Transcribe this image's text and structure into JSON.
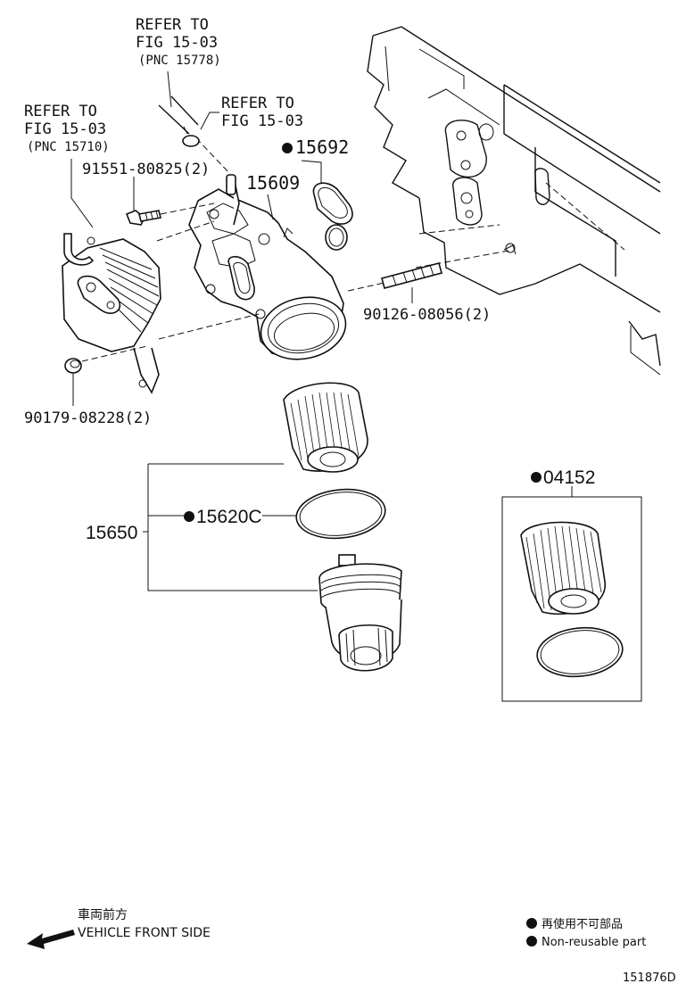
{
  "references": [
    {
      "line1": "REFER TO",
      "line2": "FIG 15-03",
      "line3": "(PNC 15778)"
    },
    {
      "line1": "REFER TO",
      "line2": "FIG 15-03"
    },
    {
      "line1": "REFER TO",
      "line2": "FIG 15-03",
      "line3": "(PNC 15710)"
    }
  ],
  "parts": {
    "p15692": "15692",
    "p15609": "15609",
    "p91551": "91551-80825(2)",
    "p90126": "90126-08056(2)",
    "p90179": "90179-08228(2)",
    "p15650": "15650",
    "p15620c": "15620C",
    "p04152": "04152"
  },
  "direction": {
    "jp": "車両前方",
    "en": "VEHICLE FRONT SIDE"
  },
  "legend": {
    "jp": "再使用不可部品",
    "en": "Non-reusable part"
  },
  "figure_id": "151876D"
}
